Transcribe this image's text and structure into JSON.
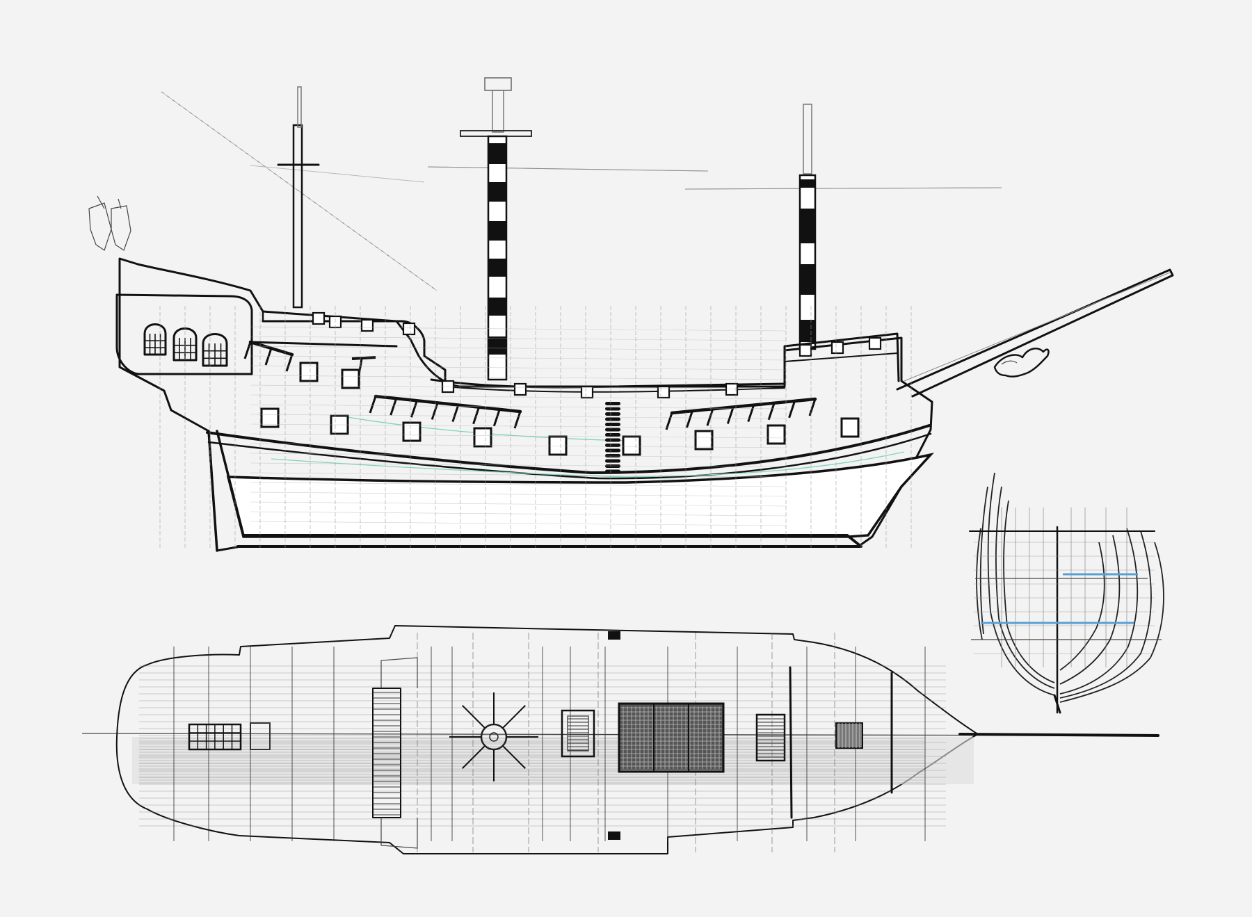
{
  "colors": {
    "paper": "#f3f3f3",
    "ink": "#111111",
    "hull_paint": "#ffffff",
    "detail_gray": "#8a8a8a",
    "waterline_aqua": "#7fd3c1",
    "section_blue": "#5a9fd4"
  },
  "views": [
    {
      "id": "profile",
      "name_text": ""
    },
    {
      "id": "deck-plan",
      "name_text": ""
    },
    {
      "id": "body-section",
      "name_text": ""
    }
  ]
}
